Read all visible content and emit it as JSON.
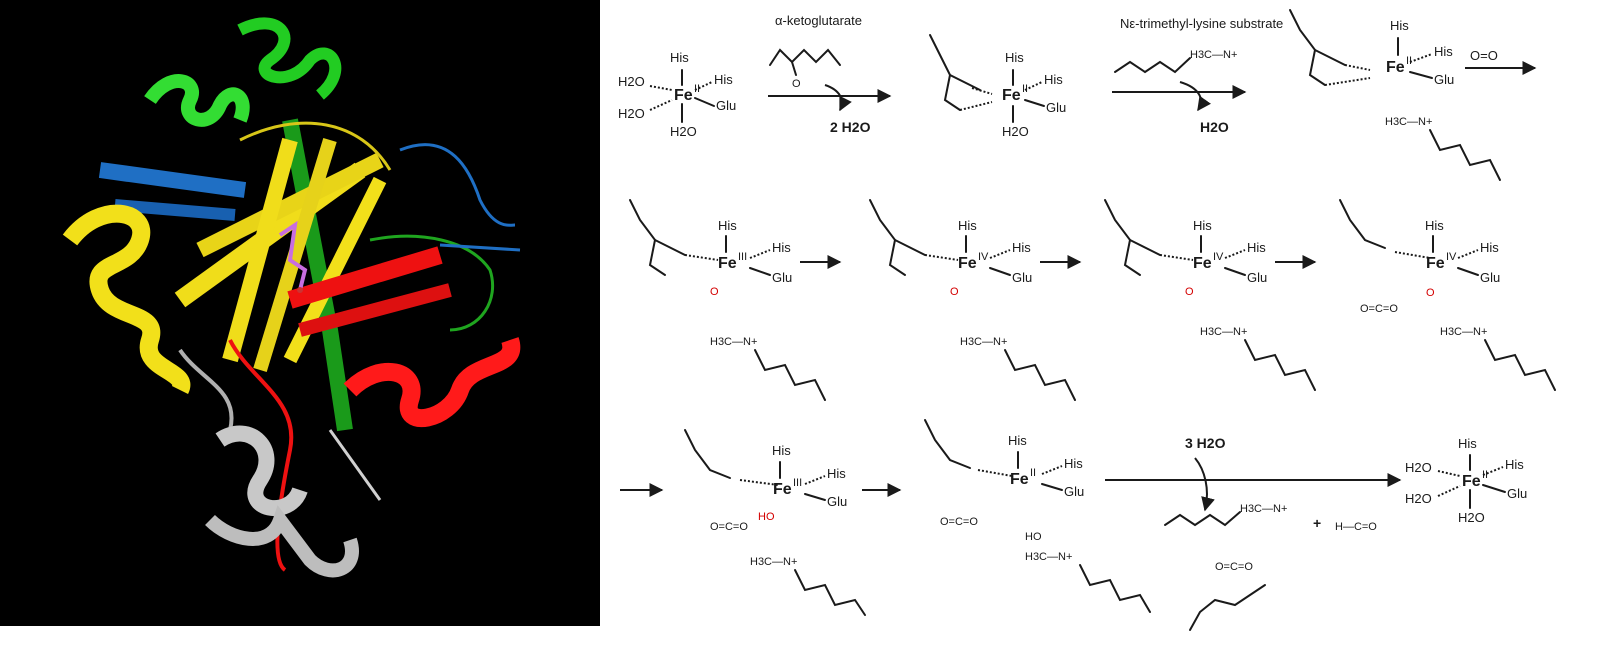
{
  "figure": {
    "protein_panel": {
      "background": "#000000",
      "ligand_color": "#c86ee0"
    },
    "reagents": {
      "akg": "α-ketoglutarate",
      "water_out_1": "2 H2O",
      "substrate": "Nε-trimethyl-lysine substrate",
      "water_out_2": "H2O",
      "oxygen": "O=O",
      "water_in": "3 H2O",
      "plus": "+"
    },
    "iron_states": {
      "fe2": "Fe",
      "fe2_ox": "II",
      "fe3_ox": "III",
      "fe4_ox": "IV"
    },
    "ligands": {
      "his": "His",
      "glu": "Glu",
      "h2o": "H2O",
      "o": "O",
      "ho": "HO"
    },
    "groups": {
      "nme3": "H3C—N+",
      "co2": "O=C=O",
      "hcho": "H—C=O"
    },
    "colors": {
      "red_oxygen": "#d40000",
      "ink": "#1a1a1a"
    }
  }
}
